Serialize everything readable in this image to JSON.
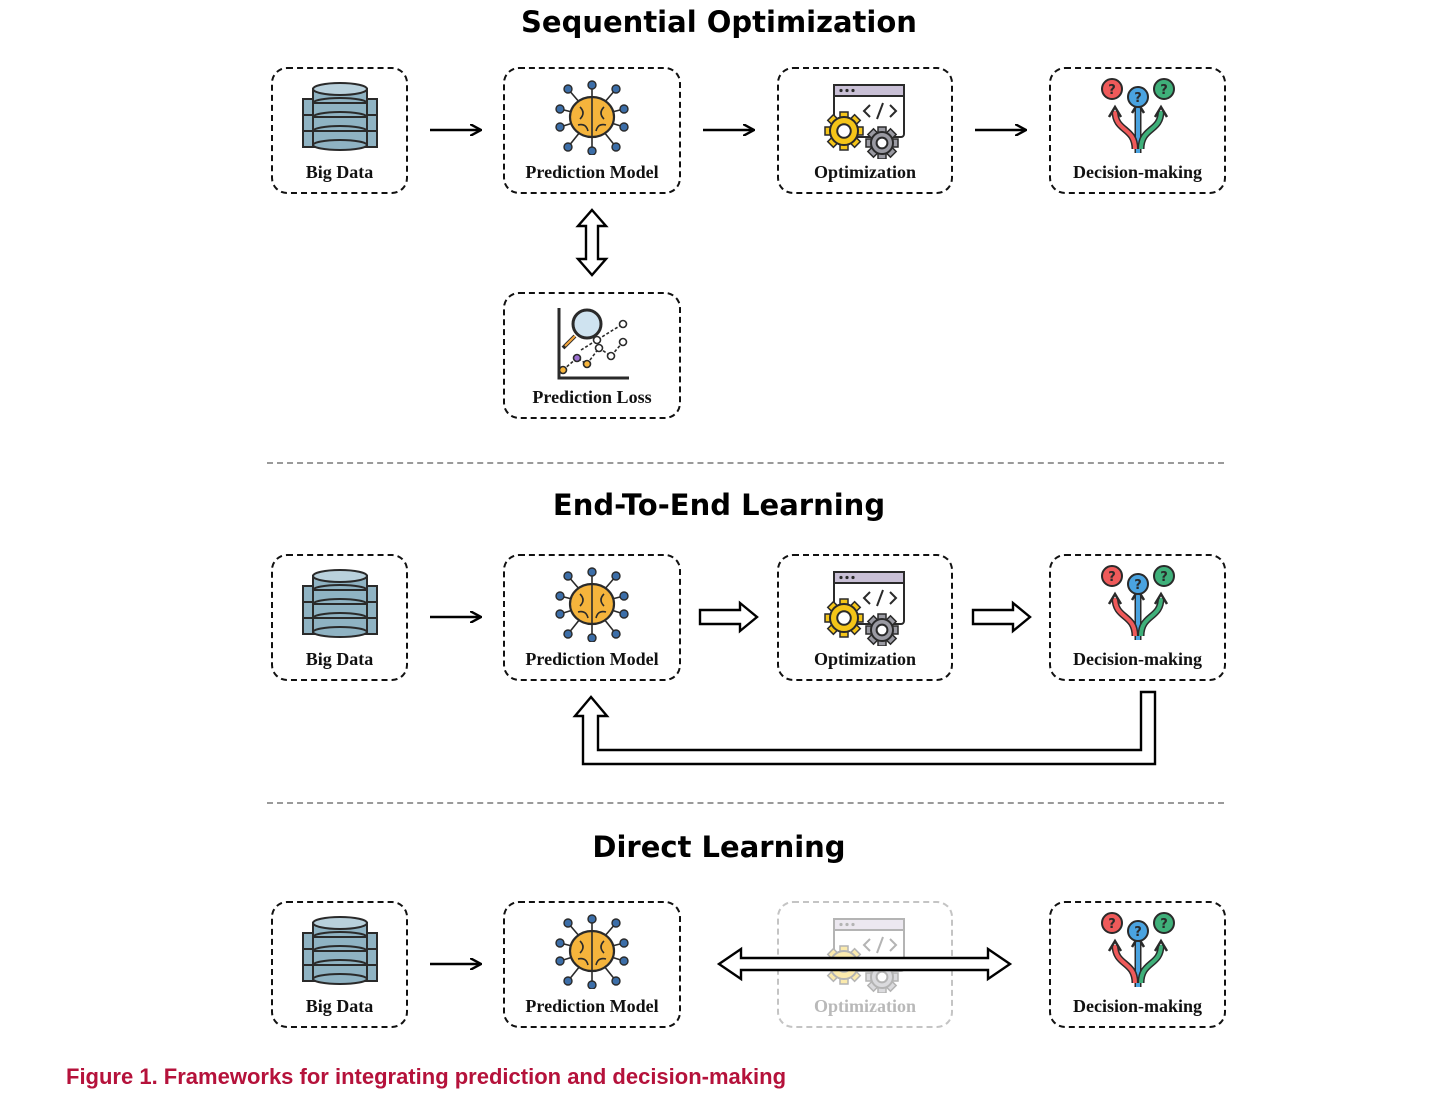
{
  "sections": [
    {
      "title": "Sequential Optimization",
      "boxes": {
        "big_data": "Big Data",
        "prediction_model": "Prediction Model",
        "optimization": "Optimization",
        "decision_making": "Decision-making",
        "prediction_loss": "Prediction Loss"
      }
    },
    {
      "title": "End-To-End Learning",
      "boxes": {
        "big_data": "Big Data",
        "prediction_model": "Prediction Model",
        "optimization": "Optimization",
        "decision_making": "Decision-making"
      }
    },
    {
      "title": "Direct Learning",
      "boxes": {
        "big_data": "Big Data",
        "prediction_model": "Prediction Model",
        "optimization": "Optimization",
        "decision_making": "Decision-making"
      }
    }
  ],
  "caption": "Figure 1. Frameworks for integrating prediction and decision-making",
  "icons": [
    "database-icon",
    "brain-circuit-icon",
    "code-gears-icon",
    "decision-arrows-icon",
    "magnifier-chart-icon"
  ],
  "colors": {
    "caption": "#b5123b",
    "database": "#8fb3c3",
    "brain": "#f5b43c",
    "circuit": "#3c6ea8",
    "gear": "#f5c518",
    "q_red": "#ef5a5a",
    "q_blue": "#4aa3e0",
    "q_green": "#3fb07a"
  }
}
